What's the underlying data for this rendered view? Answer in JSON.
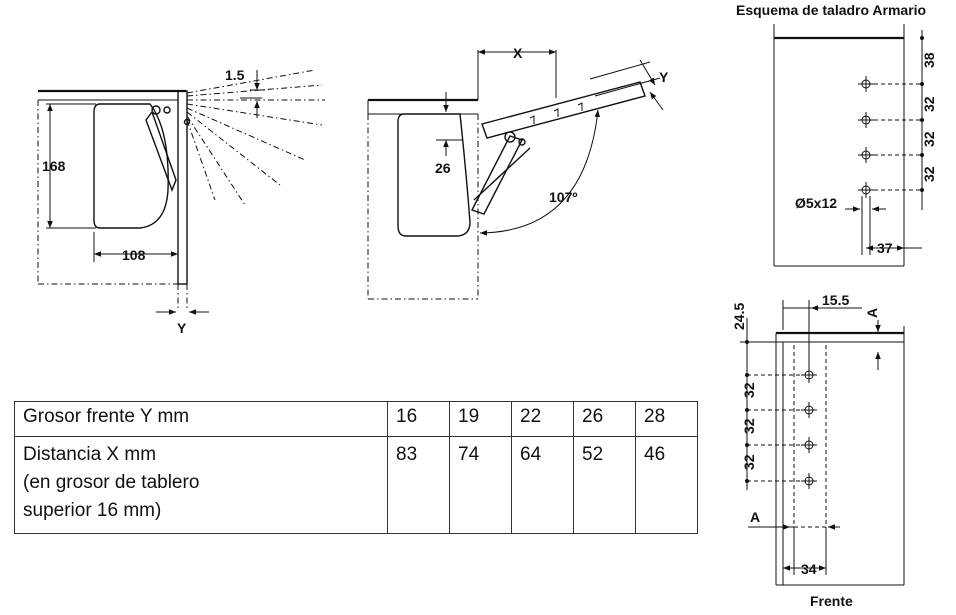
{
  "titles": {
    "drill_pattern": "Esquema de taladro Armario",
    "front": "Frente"
  },
  "labels": {
    "d_1_5": "1.5",
    "d_168": "168",
    "d_108": "108",
    "y_left": "Y",
    "x_mid": "X",
    "y_mid": "Y",
    "d_26": "26",
    "angle": "107º",
    "d_38": "38",
    "d_32a": "32",
    "d_32b": "32",
    "d_32c": "32",
    "d_hole": "Ø5x12",
    "d_37": "37",
    "d_24_5": "24.5",
    "d_15_5": "15.5",
    "a_top": "A",
    "d_32d": "32",
    "d_32e": "32",
    "d_32f": "32",
    "a_bottom": "A",
    "d_34": "34"
  },
  "table": {
    "row1_label": "Grosor frente Y mm",
    "row1_values": [
      "16",
      "19",
      "22",
      "26",
      "28"
    ],
    "row2_label_lines": [
      "Distancia X mm",
      "(en grosor de tablero",
      "superior 16 mm)"
    ],
    "row2_values": [
      "83",
      "74",
      "64",
      "52",
      "46"
    ]
  }
}
